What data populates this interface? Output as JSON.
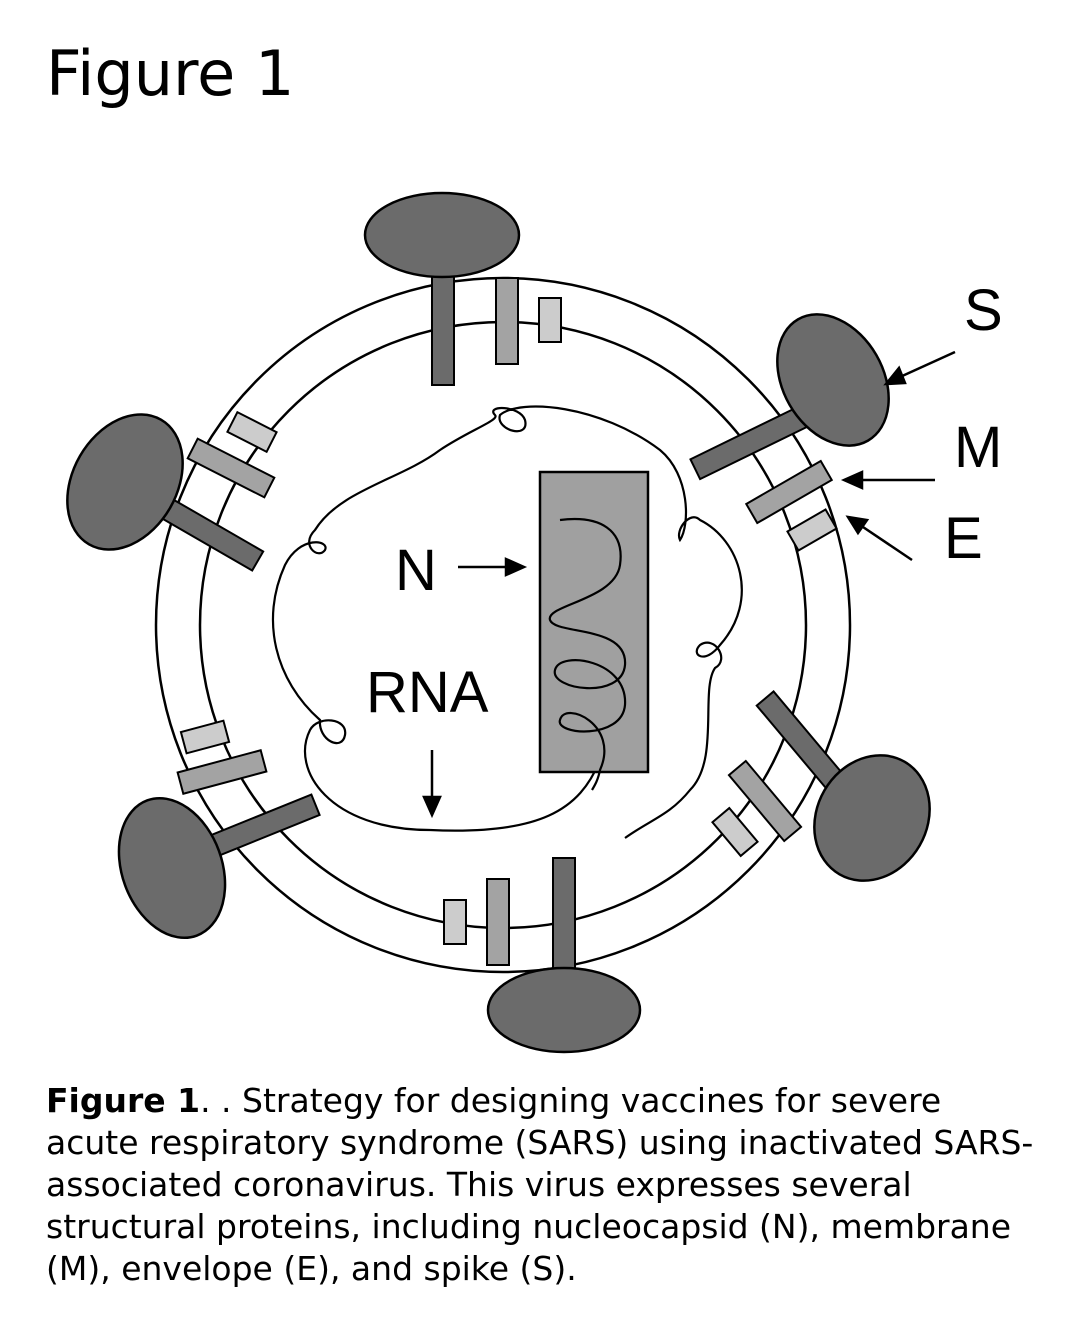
{
  "figure_title": "Figure 1",
  "caption": {
    "label": "Figure 1",
    "text": ". . Strategy for designing vaccines for severe acute respiratory syndrome (SARS) using inactivated SARS-associated coronavirus. This virus expresses several structural proteins, including nucleocapsid (N), membrane (M), envelope (E), and spike (S)."
  },
  "labels": {
    "s": "S",
    "m": "M",
    "e": "E",
    "n": "N",
    "rna": "RNA"
  },
  "colors": {
    "spike": "#6b6b6b",
    "membrane_protein": "#a3a3a3",
    "envelope_protein": "#cccccc",
    "nucleocapsid": "#a0a0a0"
  }
}
